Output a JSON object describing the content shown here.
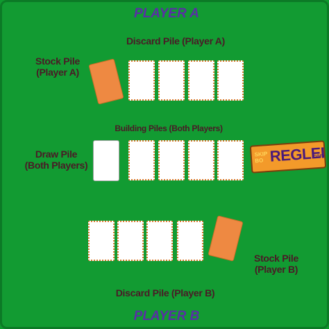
{
  "players": {
    "top": "PLAYER A",
    "bottom": "PLAYER B"
  },
  "labels": {
    "discard_a": "Discard Pile (Player A)",
    "stock_a_line1": "Stock Pile",
    "stock_a_line2": "(Player A)",
    "building": "Building Piles (Both Players)",
    "draw_line1": "Draw Pile",
    "draw_line2": "(Both Players)",
    "stock_b_line1": "Stock Pile",
    "stock_b_line2": "(Player B)",
    "discard_b": "Discard Pile (Player B)"
  },
  "logo": {
    "small_line1": "SKIP",
    "small_line2": "BO",
    "main": "REGLER",
    "suffix": ".com"
  },
  "colors": {
    "table": "#129b32",
    "stock_card": "#ee8942",
    "card_face": "#ffffff",
    "slot_border": "#d97b2e",
    "player_text": "#5a2ea6",
    "label_text": "#4a1a26"
  }
}
